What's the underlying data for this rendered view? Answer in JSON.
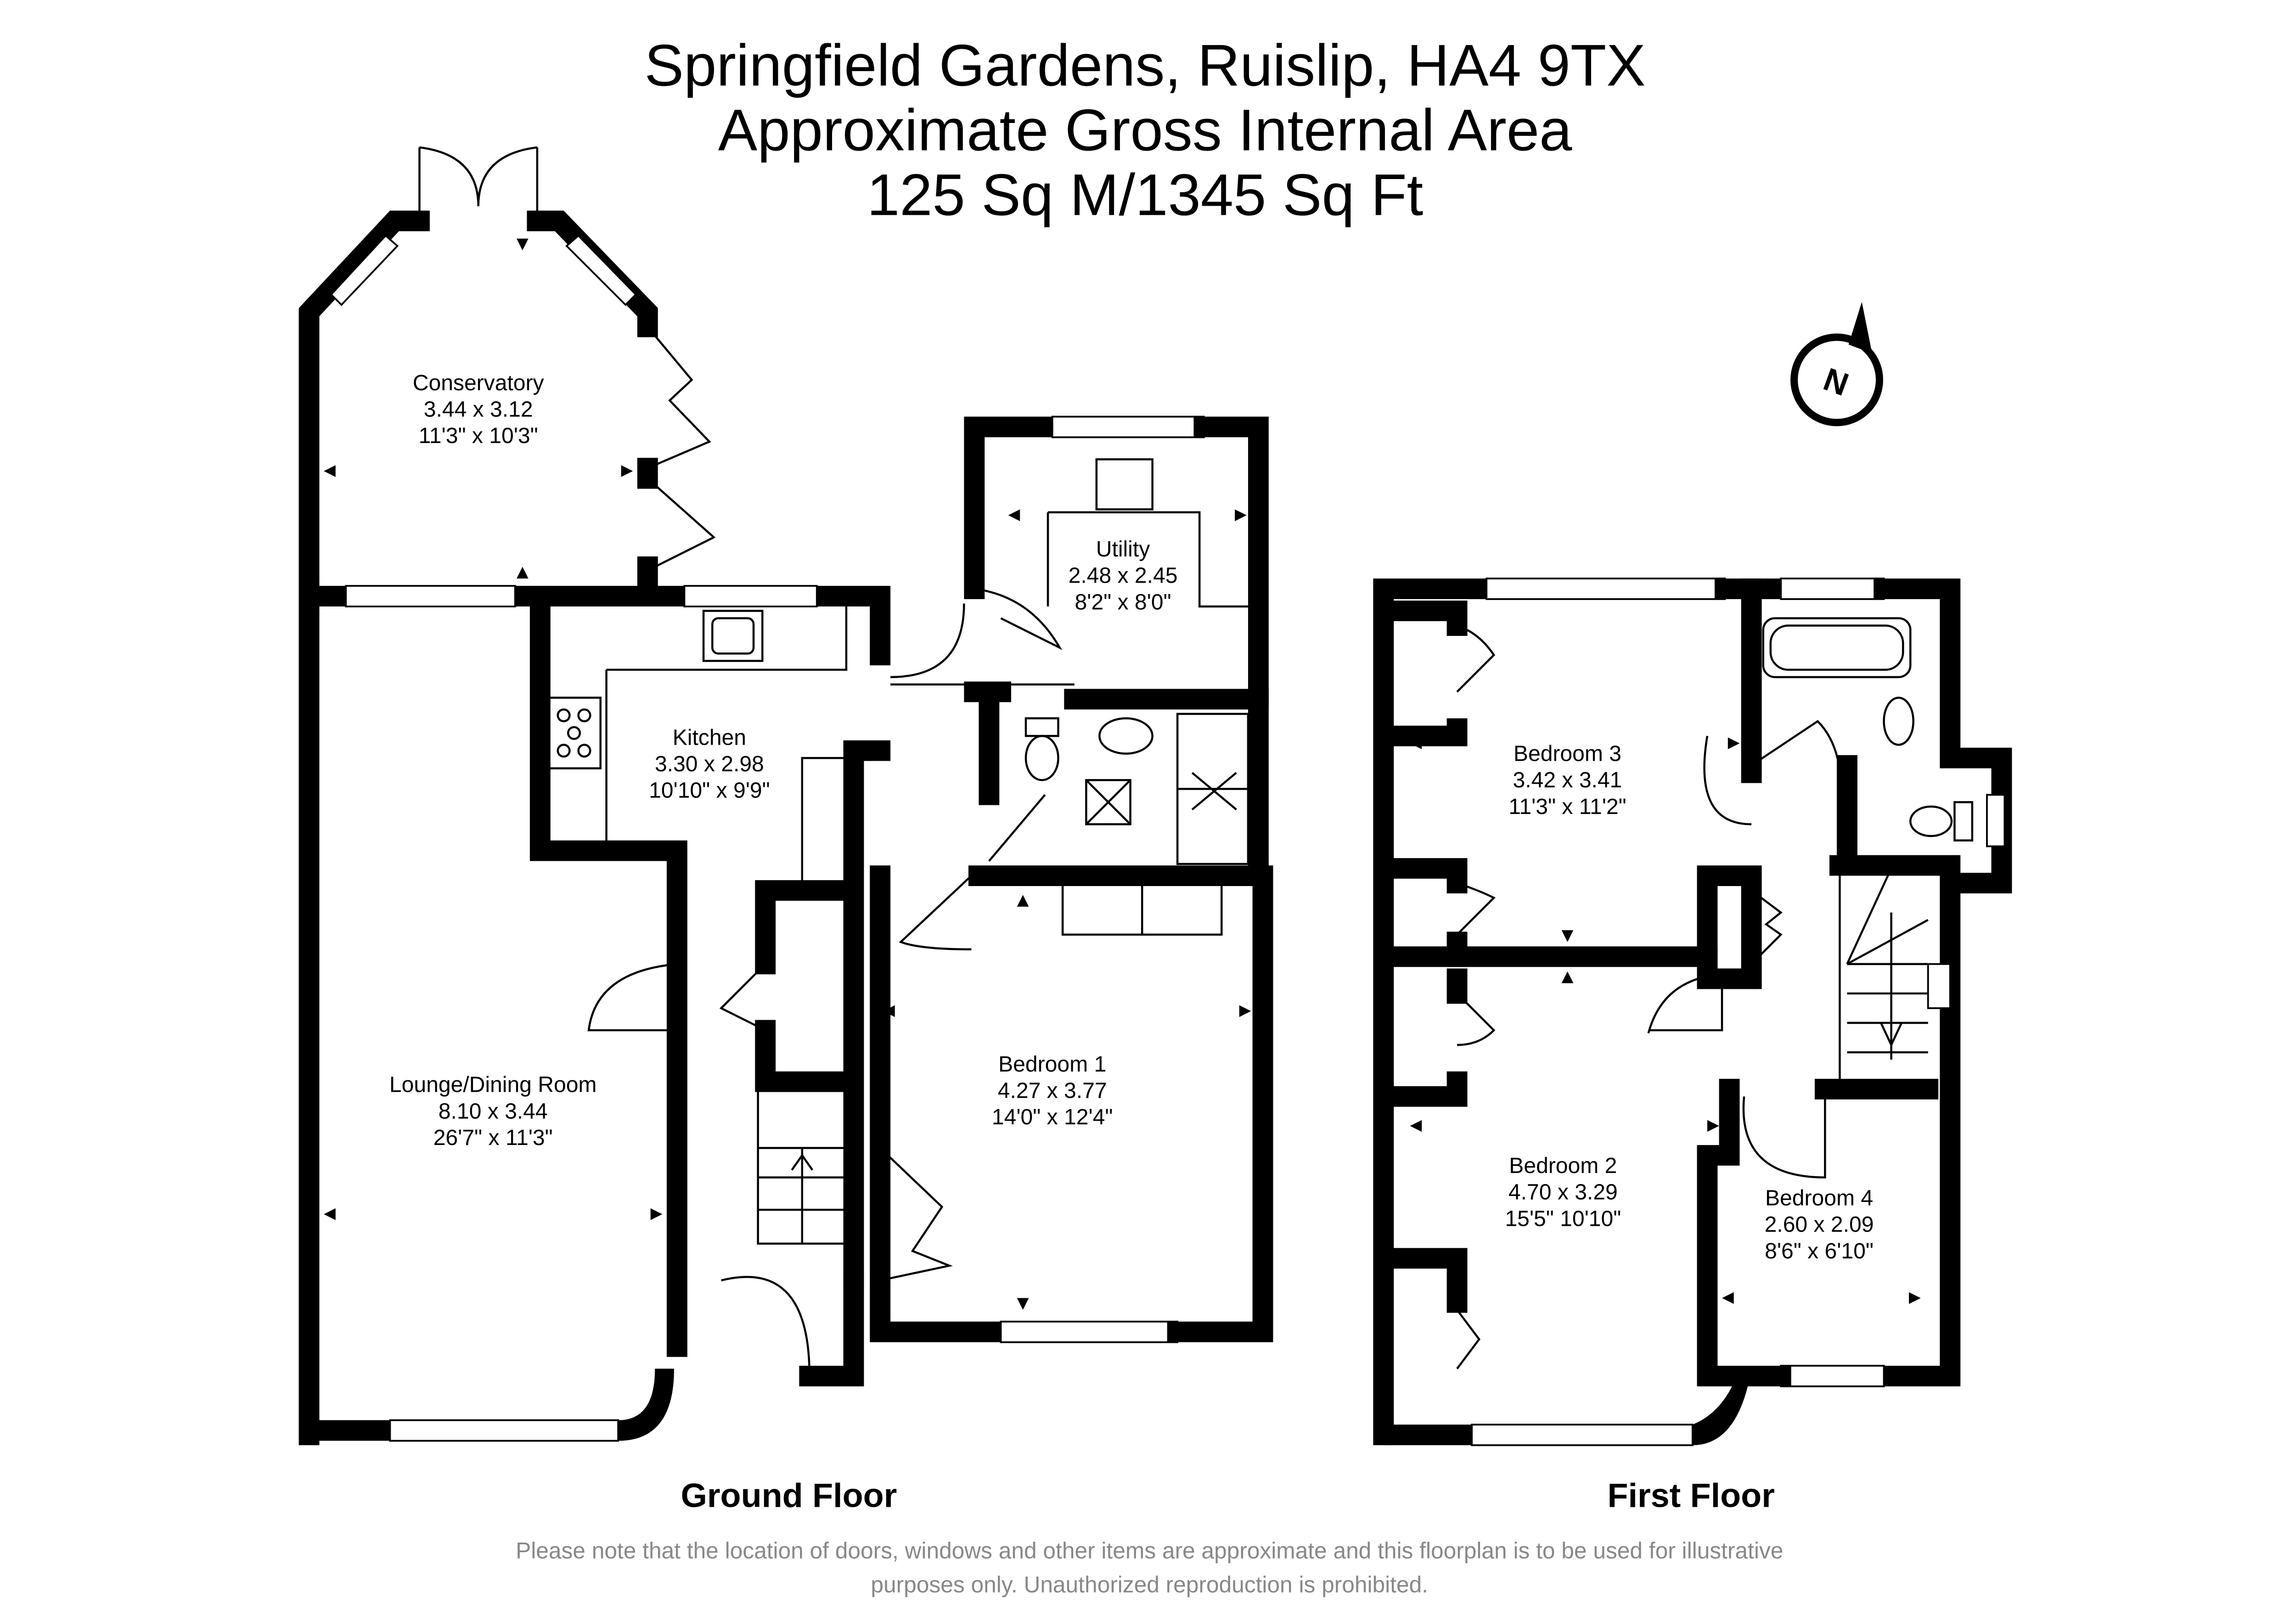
{
  "title": {
    "line1": "Springfield Gardens, Ruislip, HA4 9TX",
    "line2": "Approximate Gross Internal Area",
    "line3": "125 Sq M/1345 Sq Ft"
  },
  "compass": {
    "label": "N",
    "icon": "north-arrow-icon"
  },
  "ground_floor": {
    "label": "Ground Floor",
    "rooms": [
      {
        "name": "Conservatory",
        "metric": "3.44 x 3.12",
        "imperial": "11'3\" x 10'3\""
      },
      {
        "name": "Utility",
        "metric": "2.48 x 2.45",
        "imperial": "8'2\" x 8'0\""
      },
      {
        "name": "Kitchen",
        "metric": "3.30 x 2.98",
        "imperial": "10'10\" x 9'9\""
      },
      {
        "name": "Lounge/Dining Room",
        "metric": "8.10 x 3.44",
        "imperial": "26'7\" x 11'3\""
      },
      {
        "name": "Bedroom 1",
        "metric": "4.27 x 3.77",
        "imperial": "14'0\" x 12'4\""
      }
    ]
  },
  "first_floor": {
    "label": "First Floor",
    "rooms": [
      {
        "name": "Bedroom 3",
        "metric": "3.42 x 3.41",
        "imperial": "11'3\" x 11'2\""
      },
      {
        "name": "Bedroom 2",
        "metric": "4.70 x 3.29",
        "imperial": "15'5\"  10'10\""
      },
      {
        "name": "Bedroom 4",
        "metric": "2.60 x 2.09",
        "imperial": "8'6\" x 6'10\""
      }
    ]
  },
  "disclaimer": {
    "line1": "Please note that the location of doors, windows and other items are approximate and this floorplan is to be used for illustrative",
    "line2": "purposes only. Unauthorized reproduction is prohibited."
  }
}
